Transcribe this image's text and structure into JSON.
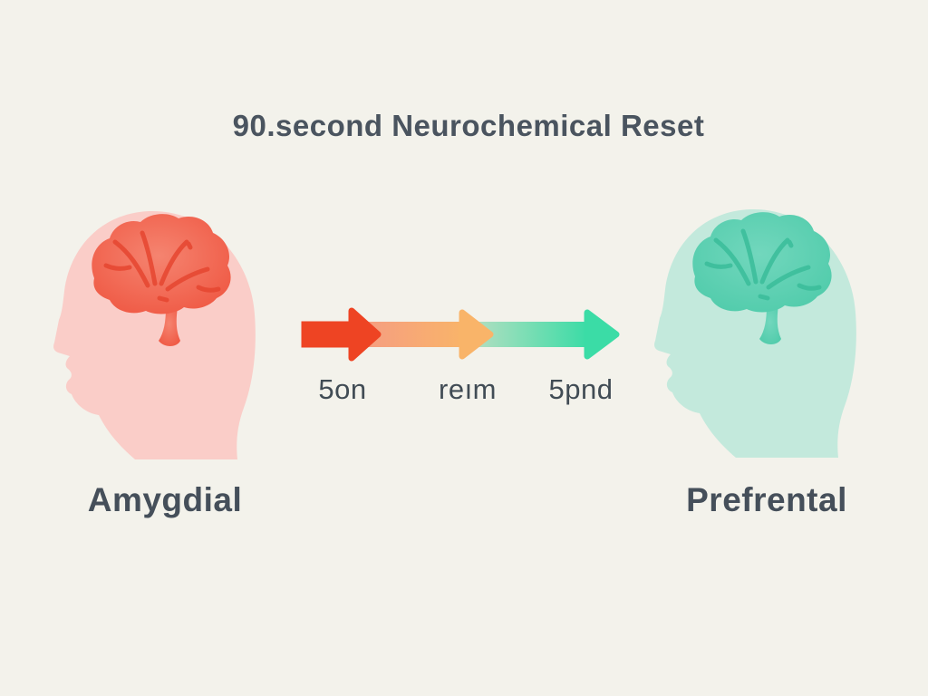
{
  "title": "90.second Neurochemical Reset",
  "left_figure": {
    "caption": "Amygdial",
    "head_icon": "head-profile-silhouette",
    "brain_icon": "brain"
  },
  "right_figure": {
    "caption": "Prefrental",
    "head_icon": "head-profile-silhouette",
    "brain_icon": "brain"
  },
  "arrow": {
    "icon": "gradient-flow-arrow",
    "stage_labels": [
      "5on",
      "reım",
      "5pnd"
    ]
  },
  "colors": {
    "background": "#F3F2EB",
    "title_color": "#4A545F",
    "caption_color": "#454F5A",
    "stage_label_color": "#414C55",
    "head_pink": "#FACDC8",
    "brain_red": "#EF5742",
    "brain_red_light": "#F58470",
    "sulci_red": "#E64630",
    "head_teal": "#C3E9DC",
    "brain_teal": "#4FCBAA",
    "brain_teal_light": "#72D7BD",
    "sulci_teal": "#3ABD9A",
    "arrow_red": "#EE4423",
    "arrow_salmon": "#F59B84",
    "arrow_orange": "#F9B469",
    "arrow_sage": "#BFDFC4",
    "arrow_teal": "#3BDCA6"
  }
}
